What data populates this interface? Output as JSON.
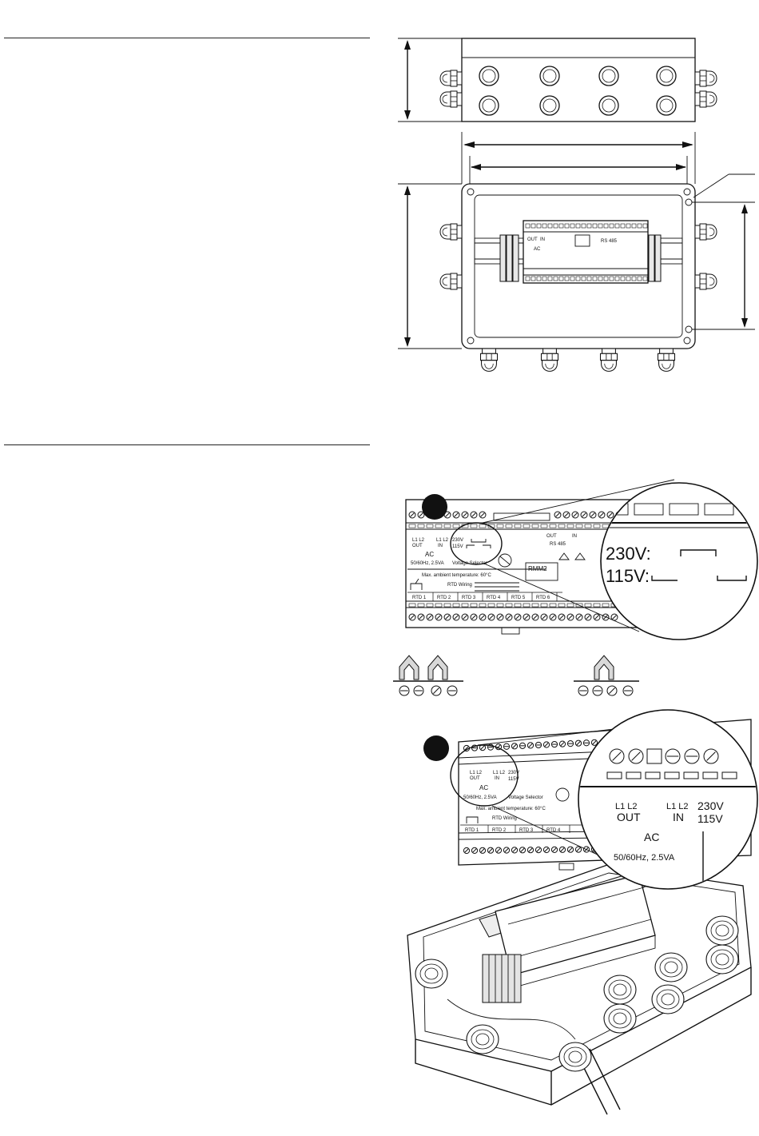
{
  "figure1": {
    "module_text": {
      "out": "OUT",
      "in": "IN",
      "ac": "AC",
      "rs485": "RS 485"
    }
  },
  "figure2": {
    "module": {
      "l1l2_out": "L1  L2",
      "out": "OUT",
      "l1l2_in": "L1  L2",
      "in": "IN",
      "v230": "230V",
      "v115": "115V",
      "ac": "AC",
      "freq": "50/60Hz, 2.5VA",
      "voltage_selector": "Voltage Selector",
      "max_temp": "Max. ambient temperature: 60°C",
      "rtd_wiring": "RTD Wiring",
      "rmm2": "RMM2",
      "rtd_labels": [
        "RTD 1",
        "RTD 2",
        "RTD 3",
        "RTD 4",
        "RTD 5",
        "RTD 6"
      ],
      "serial_out": "OUT",
      "serial_in": "IN",
      "rs485": "RS 485"
    },
    "zoom": {
      "v230": "230V:",
      "v115": "115V:"
    }
  },
  "figure3": {
    "module": {
      "l1l2_out": "L1  L2",
      "out": "OUT",
      "l1l2_in": "L1  L2",
      "in": "IN",
      "v230": "230V",
      "v115": "115V",
      "ac": "AC",
      "freq": "50/60Hz, 2.5VA",
      "voltage_selector": "Voltage Selector",
      "max_temp": "Max. ambient temperature: 60°C",
      "rtd_wiring": "RTD Wiring",
      "rtd_labels": [
        "RTD 1",
        "RTD 2",
        "RTD 3",
        "RTD 4"
      ]
    },
    "zoom": {
      "l1l2_out": "L1  L2",
      "out": "OUT",
      "l1l2_in": "L1  L2",
      "in": "IN",
      "v230": "230V",
      "v115": "115V",
      "ac": "AC",
      "freq": "50/60Hz, 2.5VA"
    }
  }
}
